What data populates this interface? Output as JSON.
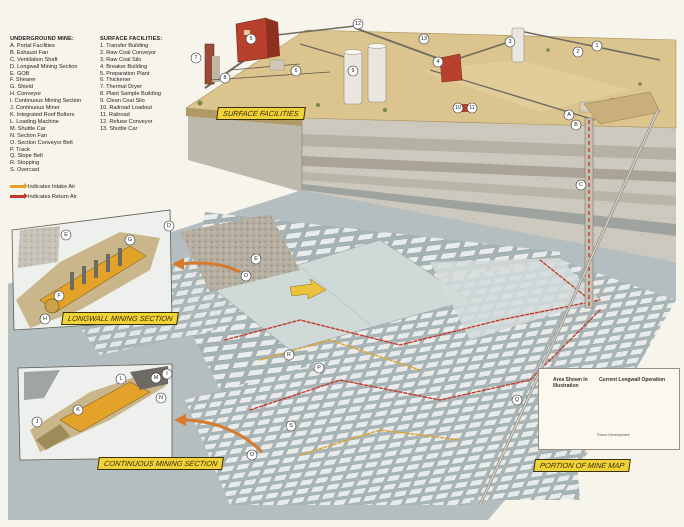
{
  "legend": {
    "underground_title": "UNDERGROUND MINE:",
    "underground": [
      "A.  Portal Facilities",
      "B.  Exhaust Fan",
      "C.  Ventilation Shaft",
      "D.  Longwall Mining Section",
      "E.  GOB",
      "F.  Shearer",
      "G.  Shield",
      "H.  Conveyor",
      "I.   Continuous Mining Section",
      "J.   Continuous Miner",
      "K.  Integrated Roof Bolters",
      "L.  Loading Machine",
      "M.  Shuttle Car",
      "N.  Section Fan",
      "O.  Section Conveyor Belt",
      "P.  Track",
      "Q.  Slope Belt",
      "R.  Stopping",
      "S.  Overcast"
    ],
    "surface_title": "SURFACE FACILITIES:",
    "surface": [
      "1.  Transfer Building",
      "2.  Raw Coal Conveyor",
      "3.  Raw Coal Silo",
      "4.  Breaker Building",
      "5.  Preparation Plant",
      "6.  Thickener",
      "7.  Thermal Dryer",
      "8.  Plant Sample Building",
      "9.  Clean Coal Silo",
      "10. Railroad Loadout",
      "11. Railroad",
      "12. Refuse Conveyor",
      "13. Shuttle Car"
    ]
  },
  "air_key": {
    "intake": "Indicates Intake Air",
    "return": "Indicates Return Air"
  },
  "banners": {
    "surface": "SURFACE FACILITIES",
    "longwall": "LONGWALL MINING SECTION",
    "continuous": "CONTINUOUS MINING SECTION",
    "mine_map": "PORTION OF MINE MAP"
  },
  "mine_map": {
    "area_shown": "Area Shown In Illustration",
    "current_longwall": "Current Longwall Operation",
    "caption": "Future Development"
  },
  "callouts": {
    "c1": "1",
    "c2": "2",
    "c3": "3",
    "c4": "4",
    "c5": "5",
    "c6": "6",
    "c7": "7",
    "c8": "8",
    "c9": "9",
    "c10": "10",
    "c11": "11",
    "c12": "12",
    "c13": "13",
    "cA": "A",
    "cB": "B",
    "cC": "C",
    "cD": "D",
    "cE1": "E",
    "cE2": "E",
    "cF": "F",
    "cG": "G",
    "cH": "H",
    "cI": "I",
    "cJ": "J",
    "cK": "K",
    "cL": "L",
    "cM": "M",
    "cN": "N",
    "cO1": "O",
    "cO2": "O",
    "cP": "P",
    "cQ": "Q",
    "cR": "R",
    "cS": "S"
  },
  "colors": {
    "earth_top": "#d9c08a",
    "rock": "#c9c6bd",
    "coal_seam": "#b9c2c4",
    "pillar": "#e6e8e6",
    "intake_air": "#e3a32a",
    "return_air": "#c33a2a",
    "banner": "#f0d23a",
    "building_red": "#b7412c"
  }
}
